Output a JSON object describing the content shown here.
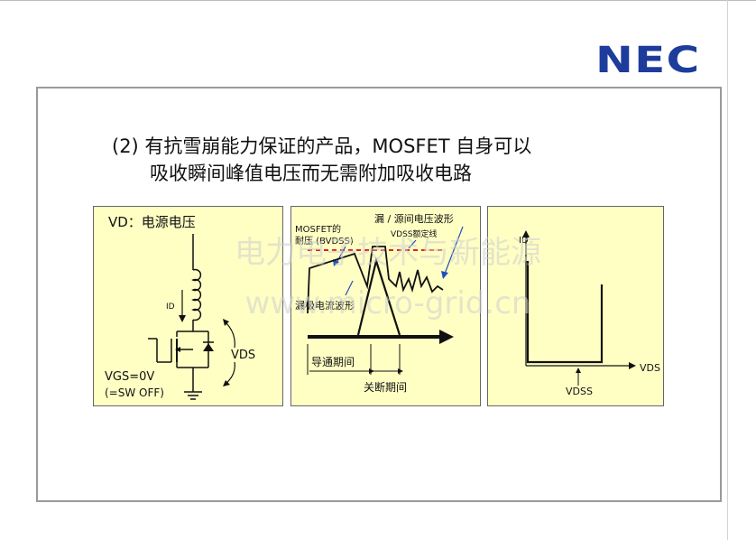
{
  "logo": "NEC",
  "title": {
    "line1": "(2) 有抗雪崩能力保证的产品，MOSFET 自身可以",
    "line2": "吸收瞬间峰值电压而无需附加吸收电路"
  },
  "panel1": {
    "vd_label": "VD：电源电压",
    "id_label": "ID",
    "vds_label": "VDS",
    "vgs_label": "VGS=0V",
    "sw_off_label": "(=SW OFF)"
  },
  "panel2": {
    "mosfet_label_1": "MOSFET的",
    "mosfet_label_2": "耐压 (BVDSS)",
    "waveform_label": "漏 / 源间电压波形",
    "rated_line_label": "VDSS额定线",
    "current_label": "漏极电流波形",
    "conduction_label": "导通期间",
    "off_label": "关断期间"
  },
  "panel3": {
    "y_label": "ID",
    "x_label": "VDS",
    "vdss_label": "VDSS"
  },
  "watermark": {
    "line1": "电力电子技术与新能源",
    "line2": "www.micro-grid.cn"
  },
  "colors": {
    "logo": "#1d3c9c",
    "panel_bg": "#ffffc4",
    "rated_line": "#e0201b",
    "annotation_arrow": "#1f4fbf"
  }
}
